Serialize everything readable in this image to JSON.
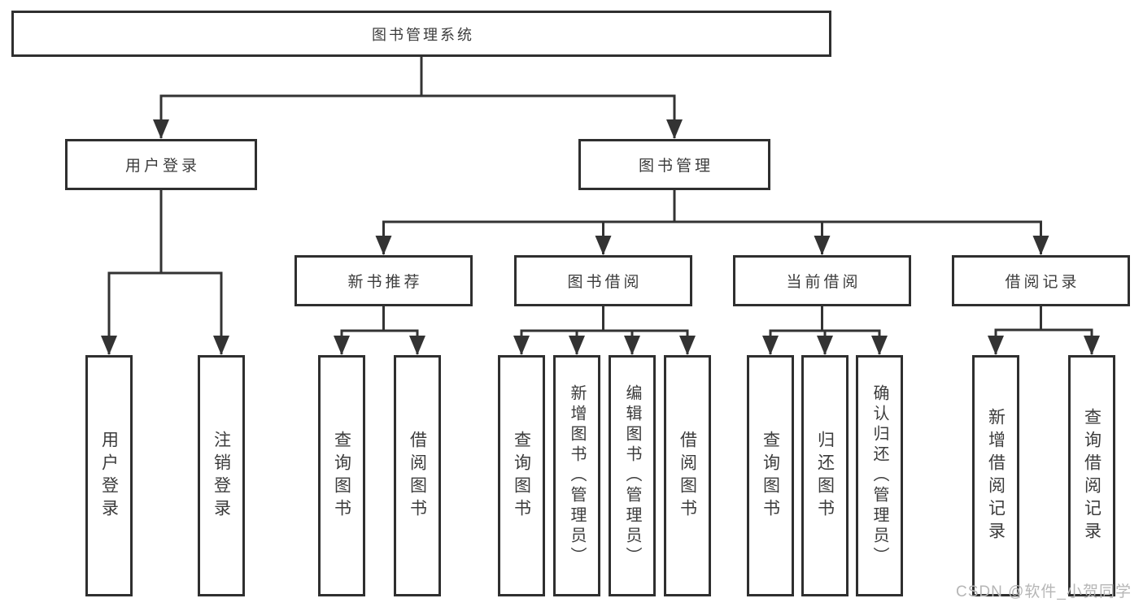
{
  "diagram_type": "hierarchy-tree",
  "nodes": {
    "root": "图书管理系统",
    "level2": {
      "user_login": "用户登录",
      "book_management": "图书管理"
    },
    "level3": {
      "new_book_recommend": "新书推荐",
      "book_borrowing": "图书借阅",
      "current_borrowing": "当前借阅",
      "borrowing_records": "借阅记录"
    },
    "leaves": {
      "user_login": {
        "login": "用户登录",
        "logout": "注销登录"
      },
      "new_book_recommend": {
        "query_books": "查询图书",
        "borrow_books": "借阅图书"
      },
      "book_borrowing": {
        "query_books": "查询图书",
        "add_books_admin": "新增图书（管理员）",
        "edit_books_admin": "编辑图书（管理员）",
        "borrow_books": "借阅图书"
      },
      "current_borrowing": {
        "query_books": "查询图书",
        "return_books": "归还图书",
        "confirm_return_admin": "确认归还（管理员）"
      },
      "borrowing_records": {
        "add_borrow_record": "新增借阅记录",
        "query_borrow_record": "查询借阅记录"
      }
    }
  },
  "watermark": "CSDN @软件_小贺同学",
  "colors": {
    "line": "#333333",
    "box_border": "#2f2f2f",
    "text": "#3c3c3c",
    "watermark": "#b6b6b6",
    "background": "#ffffff"
  }
}
